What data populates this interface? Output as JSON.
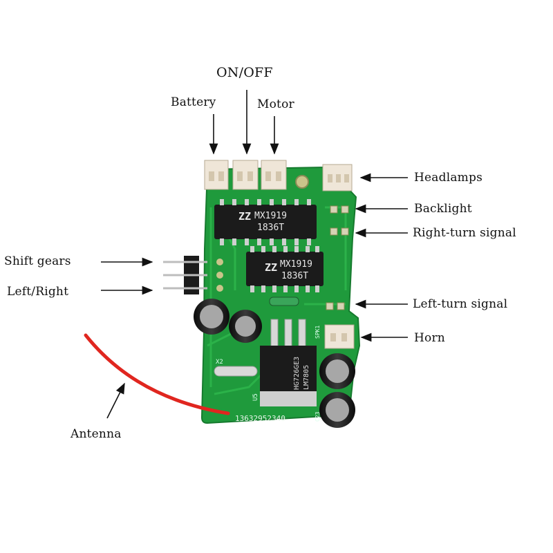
{
  "labels": {
    "on_off": "ON/OFF",
    "battery": "Battery",
    "motor": "Motor",
    "headlamps": "Headlamps",
    "backlight": "Backlight",
    "right_turn": "Right-turn signal",
    "shift_gears": "Shift gears",
    "left_right": "Left/Right",
    "left_turn": "Left-turn signal",
    "horn": "Horn",
    "antenna": "Antenna"
  },
  "board": {
    "ic1_brand": "MX1919",
    "ic1_code": "1836T",
    "ic2_brand": "MX1919",
    "ic2_code": "1836T",
    "regulator_line1": "HG726GE3",
    "regulator_line2": "LM7805",
    "serial": "13632952340",
    "silk_x2": "X2",
    "silk_u5": "U5",
    "silk_spk": "SPK1",
    "silk_c23": "C23"
  },
  "colors": {
    "pcb": "#1f9a3c",
    "antenna_wire": "#e0261f",
    "ic_body": "#1b1b1b",
    "connector": "#efe6d8"
  }
}
